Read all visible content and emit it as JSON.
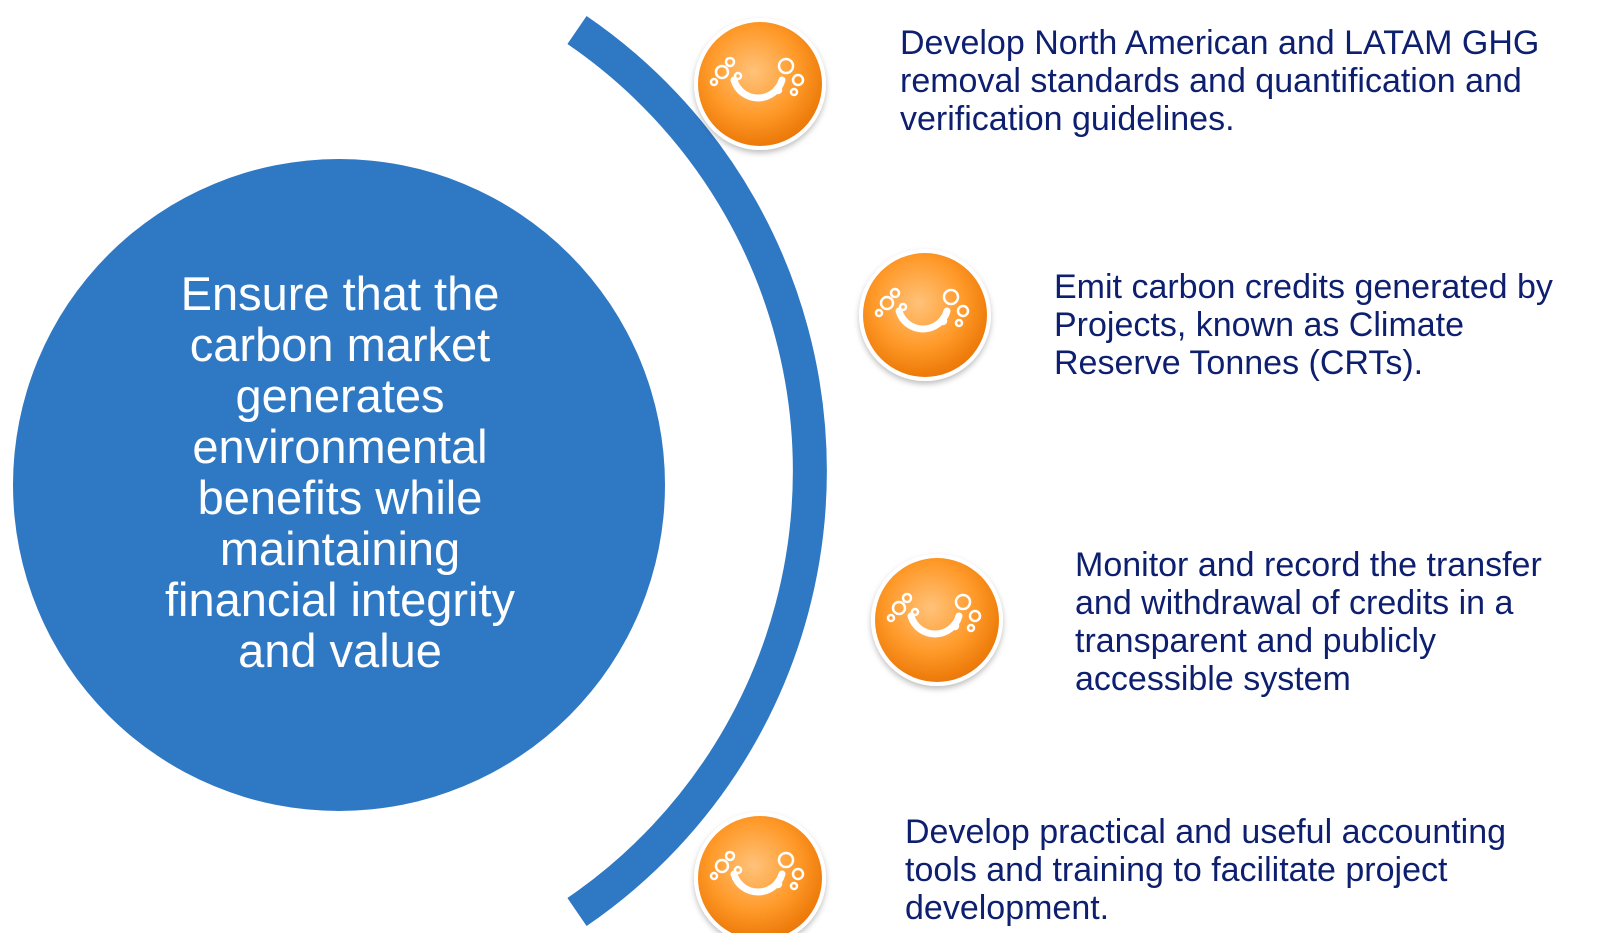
{
  "center": {
    "lines": [
      "Ensure that the",
      "carbon market",
      "generates",
      "environmental",
      "benefits while",
      "maintaining",
      "financial integrity",
      "and value"
    ]
  },
  "items": [
    {
      "lines": [
        "Develop North American and LATAM GHG",
        "removal standards and quantification and",
        "verification guidelines."
      ],
      "icon": "orange-circle-icon"
    },
    {
      "lines": [
        "Emit carbon credits generated by",
        "Projects, known as Climate",
        "Reserve Tonnes (CRTs)."
      ],
      "icon": "orange-circle-icon"
    },
    {
      "lines": [
        "Monitor and record the transfer",
        "and withdrawal of credits in a",
        "transparent and publicly",
        "accessible system"
      ],
      "icon": "orange-circle-icon"
    },
    {
      "lines": [
        "Develop practical and useful accounting",
        "tools and training to facilitate project",
        "development."
      ],
      "icon": "orange-circle-icon"
    }
  ],
  "colors": {
    "circle_blue": "#2f78c4",
    "arc_blue": "#2f78c4",
    "orange_light": "#ffb055",
    "orange_dark": "#ee7a00",
    "text_navy": "#0d1f6e"
  }
}
